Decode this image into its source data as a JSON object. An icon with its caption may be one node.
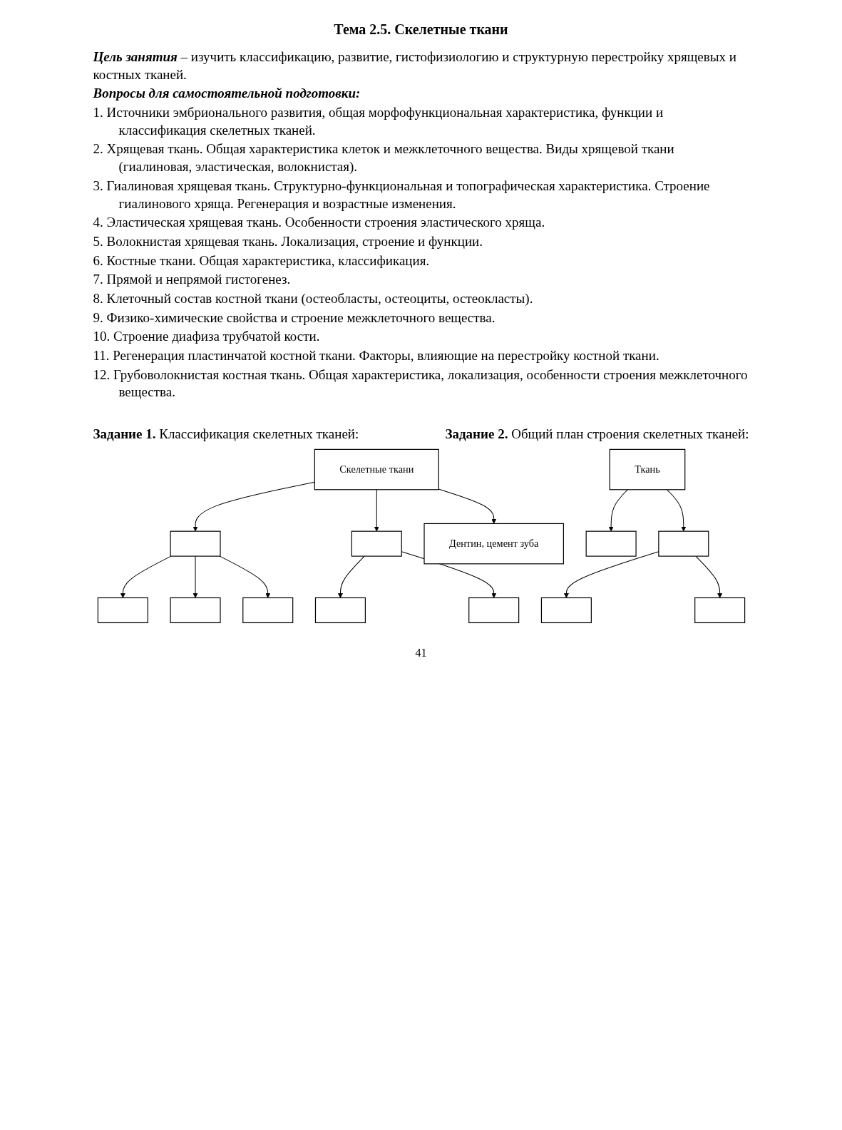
{
  "diagram": {
    "title": "Тема 2.5. Скелетные ткани",
    "nodes": [
      {
        "text": [
          "Скелетные ткани"
        ]
      },
      {
        "text": [],
        "shape": "box"
      },
      {
        "text": [],
        "shape": "box"
      },
      {
        "text": [
          "Дентин, цемент зуба"
        ]
      },
      {
        "text": [],
        "shape": "box"
      },
      {
        "text": [],
        "shape": "box"
      },
      {
        "text": [],
        "shape": "box"
      },
      {
        "text": [],
        "shape": "box"
      },
      {
        "text": [],
        "shape": "box"
      },
      {
        "text": [
          "Ткань"
        ]
      },
      {
        "text": [],
        "shape": "box"
      },
      {
        "text": [],
        "shape": "box"
      },
      {
        "text": [],
        "shape": "box"
      },
      {
        "text": [],
        "shape": "box"
      }
    ],
    "edges": [
      {
        "from": 0,
        "to": 1,
        "arrow": "to"
      },
      {
        "from": 0,
        "to": 2,
        "arrow": "to"
      },
      {
        "from": 0,
        "to": 3,
        "arrow": "to"
      },
      {
        "from": 1,
        "to": 4,
        "arrow": "to"
      },
      {
        "from": 1,
        "to": 5,
        "arrow": "to"
      },
      {
        "from": 1,
        "to": 6,
        "arrow": "to"
      },
      {
        "from": 2,
        "to": 7,
        "arrow": "to"
      },
      {
        "from": 2,
        "to": 8,
        "arrow": "to"
      },
      {
        "from": 9,
        "to": 10,
        "arrow": "to"
      },
      {
        "from": 9,
        "to": 11,
        "arrow": "to"
      },
      {
        "from": 11,
        "to": 12,
        "arrow": "to"
      },
      {
        "from": 11,
        "to": 13,
        "arrow": "to"
      }
    ],
    "labels": [
      "**Цель занятия** – изучить классификацию, развитие, гистофизиологию и структурную перестройку хрящевых и костных тканей.",
      "Вопросы для самостоятельной подготовки:",
      "1. Источники эмбрионального развития, общая морфофункциональная характеристика, функции и классификация скелетных тканей.",
      "2. Хрящевая ткань. Общая характеристика клеток и межклеточного вещества. Виды хрящевой ткани (гиалиновая, эластическая, волокнистая).",
      "3. Гиалиновая хрящевая ткань. Структурно-функциональная и топографическая характеристика. Строение гиалинового хряща. Регенерация и возрастные изменения.",
      "4. Эластическая хрящевая ткань. Особенности строения эластического хряща.",
      "5. Волокнистая хрящевая ткань. Локализация, строение и функции.",
      "6. Костные ткани. Общая характеристика, классификация.",
      "7. Прямой и непрямой гистогенез.",
      "8. Клеточный состав костной ткани (остеобласты, остеоциты, остеокласты).",
      "9. Физико-химические свойства и строение межклеточного вещества.",
      "10. Строение диафиза трубчатой кости.",
      "11. Регенерация пластинчатой костной ткани. Факторы, влияющие на перестройку костной ткани.",
      "12. Грубоволокнистая костная ткань. Общая характеристика, локализация, особенности строения межклеточного вещества.",
      "**Задание 1.** Классификация скелетных тканей:",
      "**Задание 2.** Общий план строения скелетных тканей:",
      "41"
    ]
  }
}
